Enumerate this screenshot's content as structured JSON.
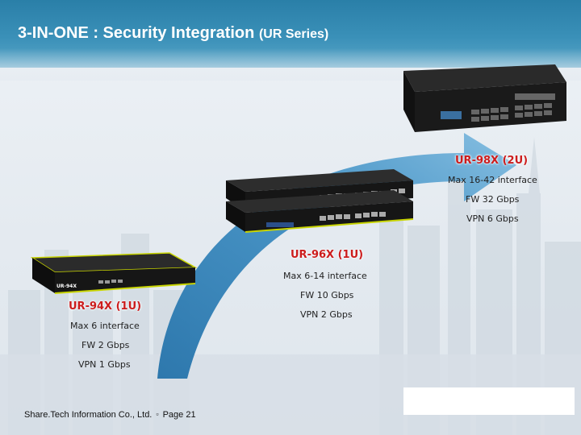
{
  "slide": {
    "title_main": "3-IN-ONE : Security Integration ",
    "title_sub": "(UR Series)",
    "footer_company": "Share.Tech Information Co., Ltd.",
    "footer_separator": "▫",
    "footer_page": "Page 21"
  },
  "products": [
    {
      "model": "UR-98X (2U)",
      "specs": [
        "Max 16-42 interface",
        "FW 32 Gbps",
        "VPN 6 Gbps"
      ],
      "device_label": ""
    },
    {
      "model": "UR-96X (1U)",
      "specs": [
        "Max 6-14 interface",
        "FW 10 Gbps",
        "VPN 2 Gbps"
      ],
      "device_label": ""
    },
    {
      "model": "UR-94X (1U)",
      "specs": [
        "Max 6 interface",
        "FW 2 Gbps",
        "VPN 1 Gbps"
      ],
      "device_label": "UR-94X"
    }
  ],
  "colors": {
    "header": "#3a90b8",
    "model_text": "#cc1c1c",
    "arrow": "#3d8fc4",
    "device_body": "#1c1c1c",
    "device_accent": "#c8d400"
  }
}
